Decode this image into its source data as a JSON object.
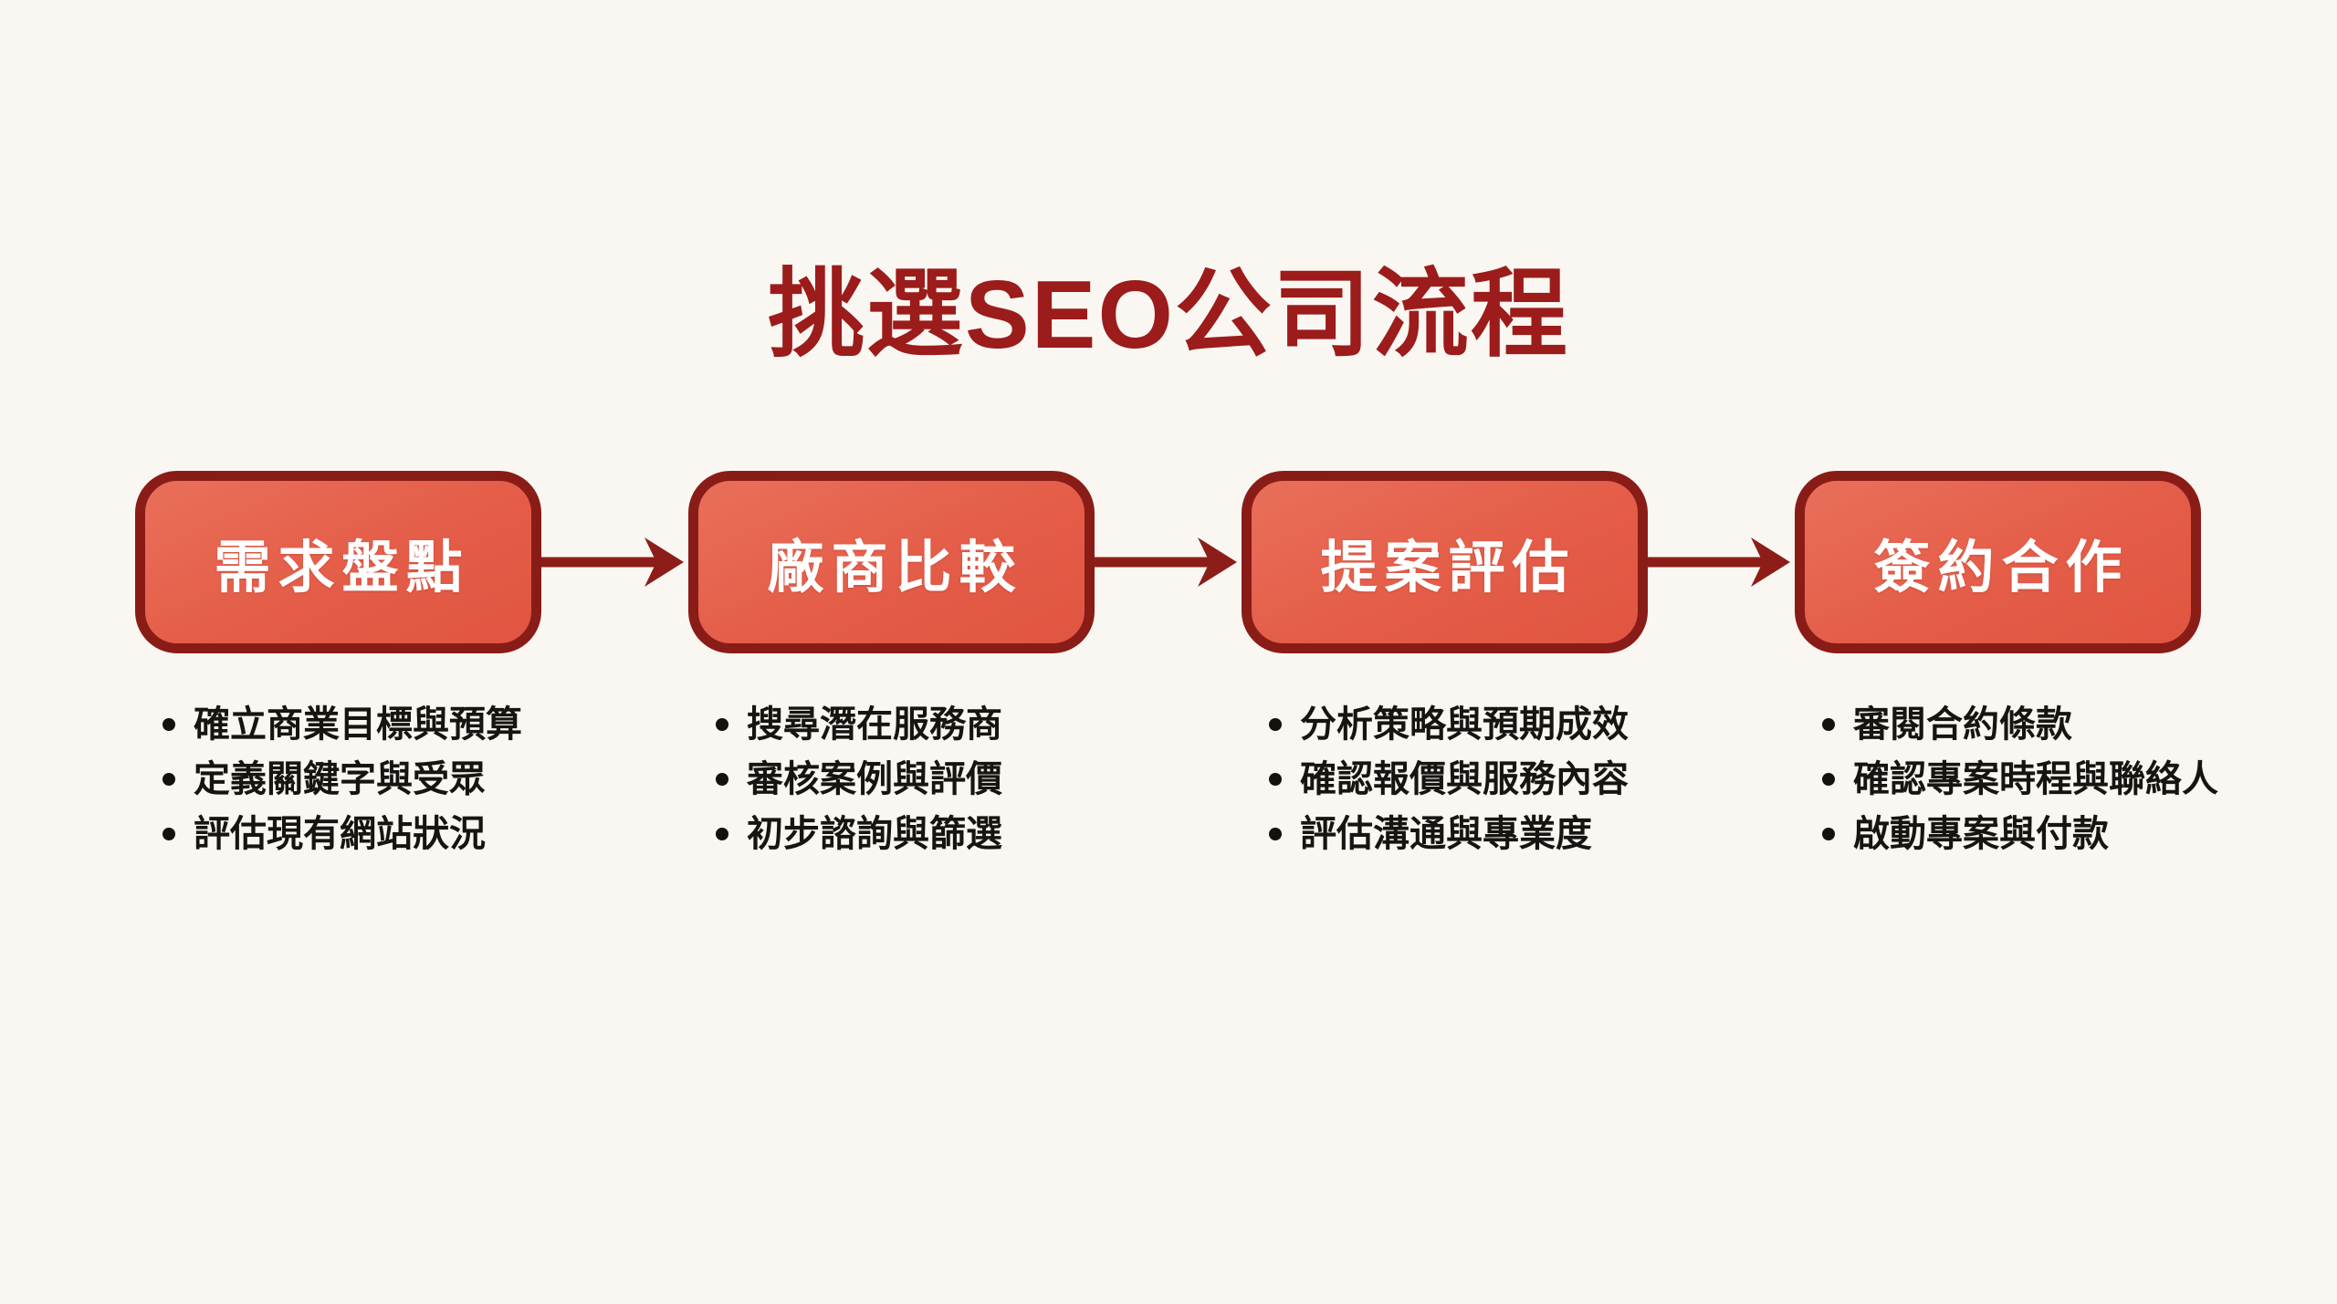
{
  "title": "挑選SEO公司流程",
  "colors": {
    "background": "#faf7f2",
    "title_text": "#9b1c1b",
    "box_border": "#8a1c18",
    "box_fill": "#e45d48",
    "box_label_text": "#ffffff",
    "arrow": "#8c1d18",
    "bullet_text": "#171412"
  },
  "steps": [
    {
      "label": "需求盤點",
      "bullets": [
        "確立商業目標與預算",
        "定義關鍵字與受眾",
        "評估現有網站狀況"
      ]
    },
    {
      "label": "廠商比較",
      "bullets": [
        "搜尋潛在服務商",
        "審核案例與評價",
        "初步諮詢與篩選"
      ]
    },
    {
      "label": "提案評估",
      "bullets": [
        "分析策略與預期成效",
        "確認報價與服務內容",
        "評估溝通與專業度"
      ]
    },
    {
      "label": "簽約合作",
      "bullets": [
        "審閱合約條款",
        "確認專案時程與聯絡人",
        "啟動專案與付款"
      ]
    }
  ]
}
